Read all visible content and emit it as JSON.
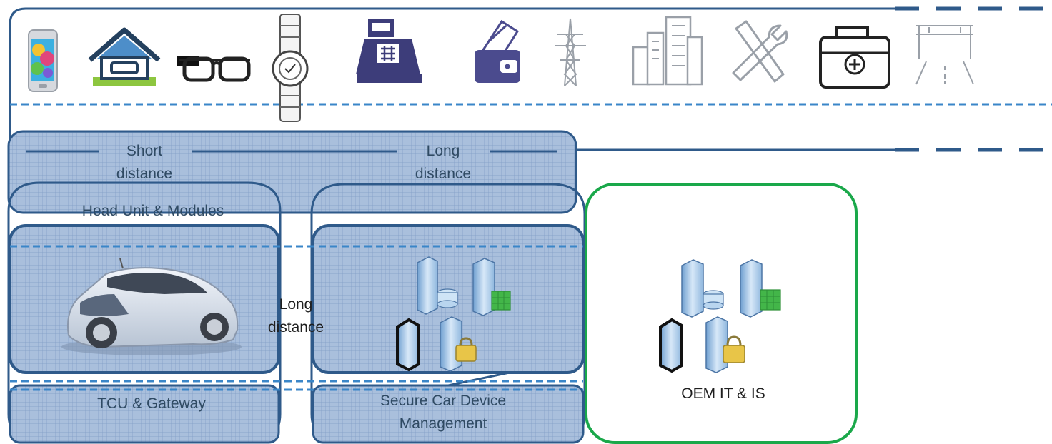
{
  "labels": {
    "short_distance": [
      "Short",
      "distance"
    ],
    "long_distance_top": [
      "Long",
      "distance"
    ],
    "head_unit": "Head Unit & Modules",
    "long_distance_mid": [
      "Long",
      "distance"
    ],
    "tcu_gateway": "TCU & Gateway",
    "secure_mgmt": [
      "Secure Car Device",
      "Management"
    ],
    "oem": "OEM IT & IS"
  },
  "icons": [
    "smartphone-icon",
    "smart-home-icon",
    "smart-glasses-icon",
    "smartwatch-icon",
    "cash-register-icon",
    "wallet-card-icon",
    "power-pylon-icon",
    "city-buildings-icon",
    "tools-icon",
    "first-aid-kit-icon",
    "road-gantry-icon"
  ],
  "colors": {
    "frame": "#2f5a8a",
    "box_fill": "#a9bfdc",
    "oem_border": "#1aa84a",
    "dashed": "#3a86c8"
  }
}
